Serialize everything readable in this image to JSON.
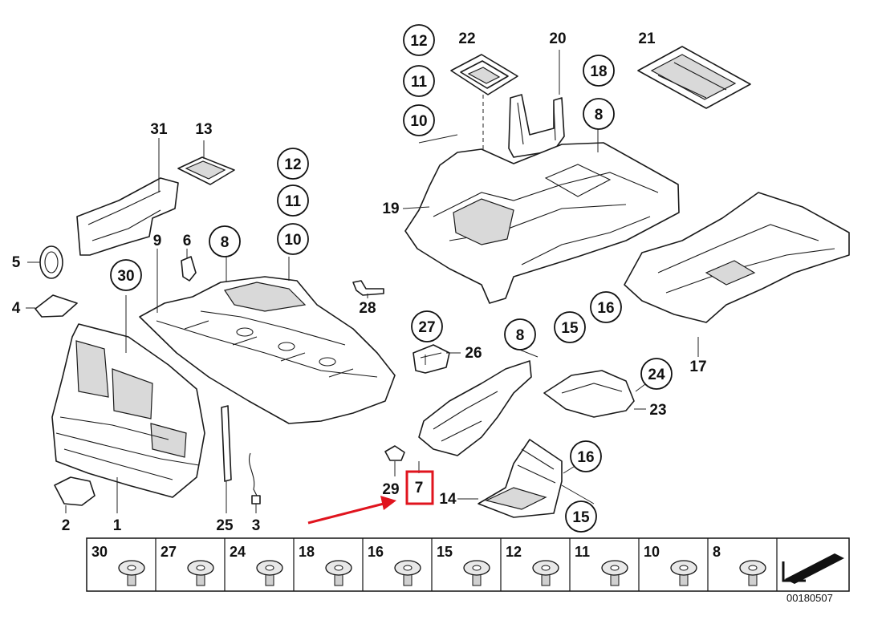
{
  "diagram": {
    "callouts": {
      "c12a": "12",
      "c11a": "11",
      "c10a": "10",
      "c18": "18",
      "c8a": "8",
      "c12b": "12",
      "c11b": "11",
      "c10b": "10",
      "c8b": "8",
      "c30": "30",
      "c27": "27",
      "c8c": "8",
      "c16a": "16",
      "c15a": "15",
      "c24": "24",
      "c16b": "16",
      "c15b": "15"
    },
    "labels": {
      "l22": "22",
      "l20": "20",
      "l21": "21",
      "l31": "31",
      "l13": "13",
      "l19": "19",
      "l5": "5",
      "l9": "9",
      "l6": "6",
      "l4": "4",
      "l28": "28",
      "l26": "26",
      "l17": "17",
      "l23": "23",
      "l29": "29",
      "l7": "7",
      "l14": "14",
      "l2": "2",
      "l1": "1",
      "l25": "25",
      "l3": "3"
    },
    "highlighted_part": "7",
    "highlight_color": "#e0141e"
  },
  "legend": {
    "cells": [
      "30",
      "27",
      "24",
      "18",
      "16",
      "15",
      "12",
      "11",
      "10",
      "8"
    ]
  },
  "reference_number": "00180507"
}
